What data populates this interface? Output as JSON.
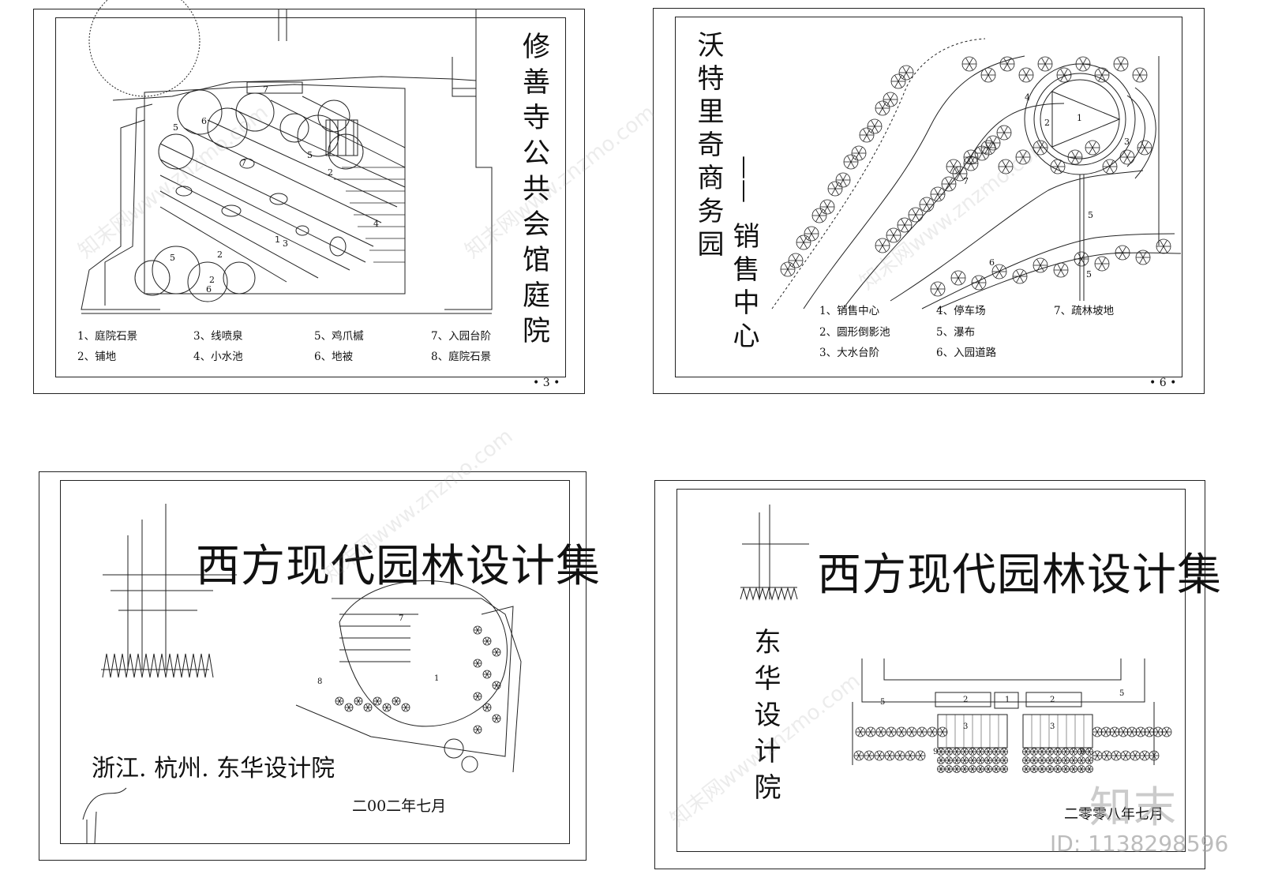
{
  "sheet1": {
    "title": "修善寺公共会馆庭院",
    "page": "• 3 •",
    "legend": [
      "1、庭院石景",
      "2、铺地",
      "3、线喷泉",
      "4、小水池",
      "5、鸡爪槭",
      "6、地被",
      "7、入园台阶",
      "8、庭院石景"
    ],
    "labels": [
      "1",
      "2",
      "2",
      "2",
      "3",
      "4",
      "5",
      "5",
      "5",
      "6",
      "6",
      "7",
      "7"
    ]
  },
  "sheet2": {
    "title_left": "沃特里奇商务园",
    "dash": "——",
    "title_right": "销售中心",
    "page": "• 6 •",
    "legend": [
      "1、销售中心",
      "2、圆形倒影池",
      "3、大水台阶",
      "4、停车场",
      "5、瀑布",
      "6、入园道路",
      "7、疏林坡地"
    ],
    "labels": [
      "1",
      "2",
      "3",
      "4",
      "5",
      "5",
      "6",
      "7"
    ]
  },
  "sheet3": {
    "title": "西方现代园林设计集",
    "org": "浙江. 杭州. 东华设计院",
    "date": "二00二年七月",
    "labels": [
      "1",
      "7",
      "8"
    ]
  },
  "sheet4": {
    "title": "西方现代园林设计集",
    "org_vertical": "东华设计院",
    "date": "二零零八年七月",
    "labels": [
      "1",
      "2",
      "2",
      "3",
      "3",
      "5",
      "5",
      "9",
      "9"
    ]
  },
  "watermark": {
    "text": "知末网www.znzmo.com",
    "logo": "知末",
    "id": "ID: 1138298596"
  }
}
